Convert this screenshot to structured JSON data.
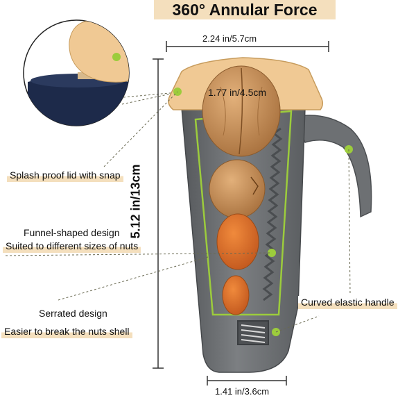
{
  "title": "360° Annular Force",
  "dimensions": {
    "top_width": "2.24 in/5.7cm",
    "inner_width": "1.77 in/4.5cm",
    "height": "5.12 in/13cm",
    "bottom_width": "1.41 in/3.6cm"
  },
  "features": [
    {
      "lines": [
        "Splash proof lid with snap"
      ]
    },
    {
      "lines": [
        "Funnel-shaped design",
        "Suited to different sizes of nuts"
      ]
    },
    {
      "lines": [
        "Serrated design",
        "Easier to break the nuts shell"
      ]
    },
    {
      "lines": [
        "Curved elastic handle"
      ]
    }
  ],
  "colors": {
    "accent_band": "#f4dfbd",
    "lid": "#f0c994",
    "body": "#6c6f72",
    "highlight_dot": "#9ccc3c",
    "nut": "#c98a4e"
  }
}
